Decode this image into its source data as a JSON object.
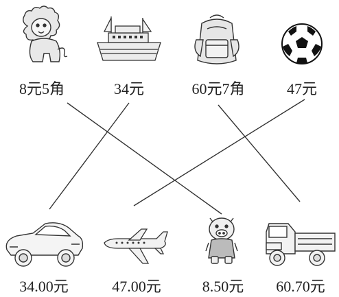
{
  "top_row": [
    {
      "id": "lion",
      "icon": "lion-icon",
      "price": "8元5角"
    },
    {
      "id": "ship",
      "icon": "ship-icon",
      "price": "34元"
    },
    {
      "id": "backpack",
      "icon": "backpack-icon",
      "price": "60元7角"
    },
    {
      "id": "soccer-ball",
      "icon": "soccer-ball-icon",
      "price": "47元"
    }
  ],
  "bottom_row": [
    {
      "id": "car",
      "icon": "car-icon",
      "price": "34.00元"
    },
    {
      "id": "airplane",
      "icon": "airplane-icon",
      "price": "47.00元"
    },
    {
      "id": "pig",
      "icon": "pig-icon",
      "price": "8.50元"
    },
    {
      "id": "truck",
      "icon": "truck-icon",
      "price": "60.70元"
    }
  ],
  "matches": [
    {
      "from": "ship",
      "to": "car"
    },
    {
      "from": "soccer-ball",
      "to": "airplane"
    },
    {
      "from": "lion",
      "to": "pig"
    },
    {
      "from": "backpack",
      "to": "truck"
    }
  ]
}
